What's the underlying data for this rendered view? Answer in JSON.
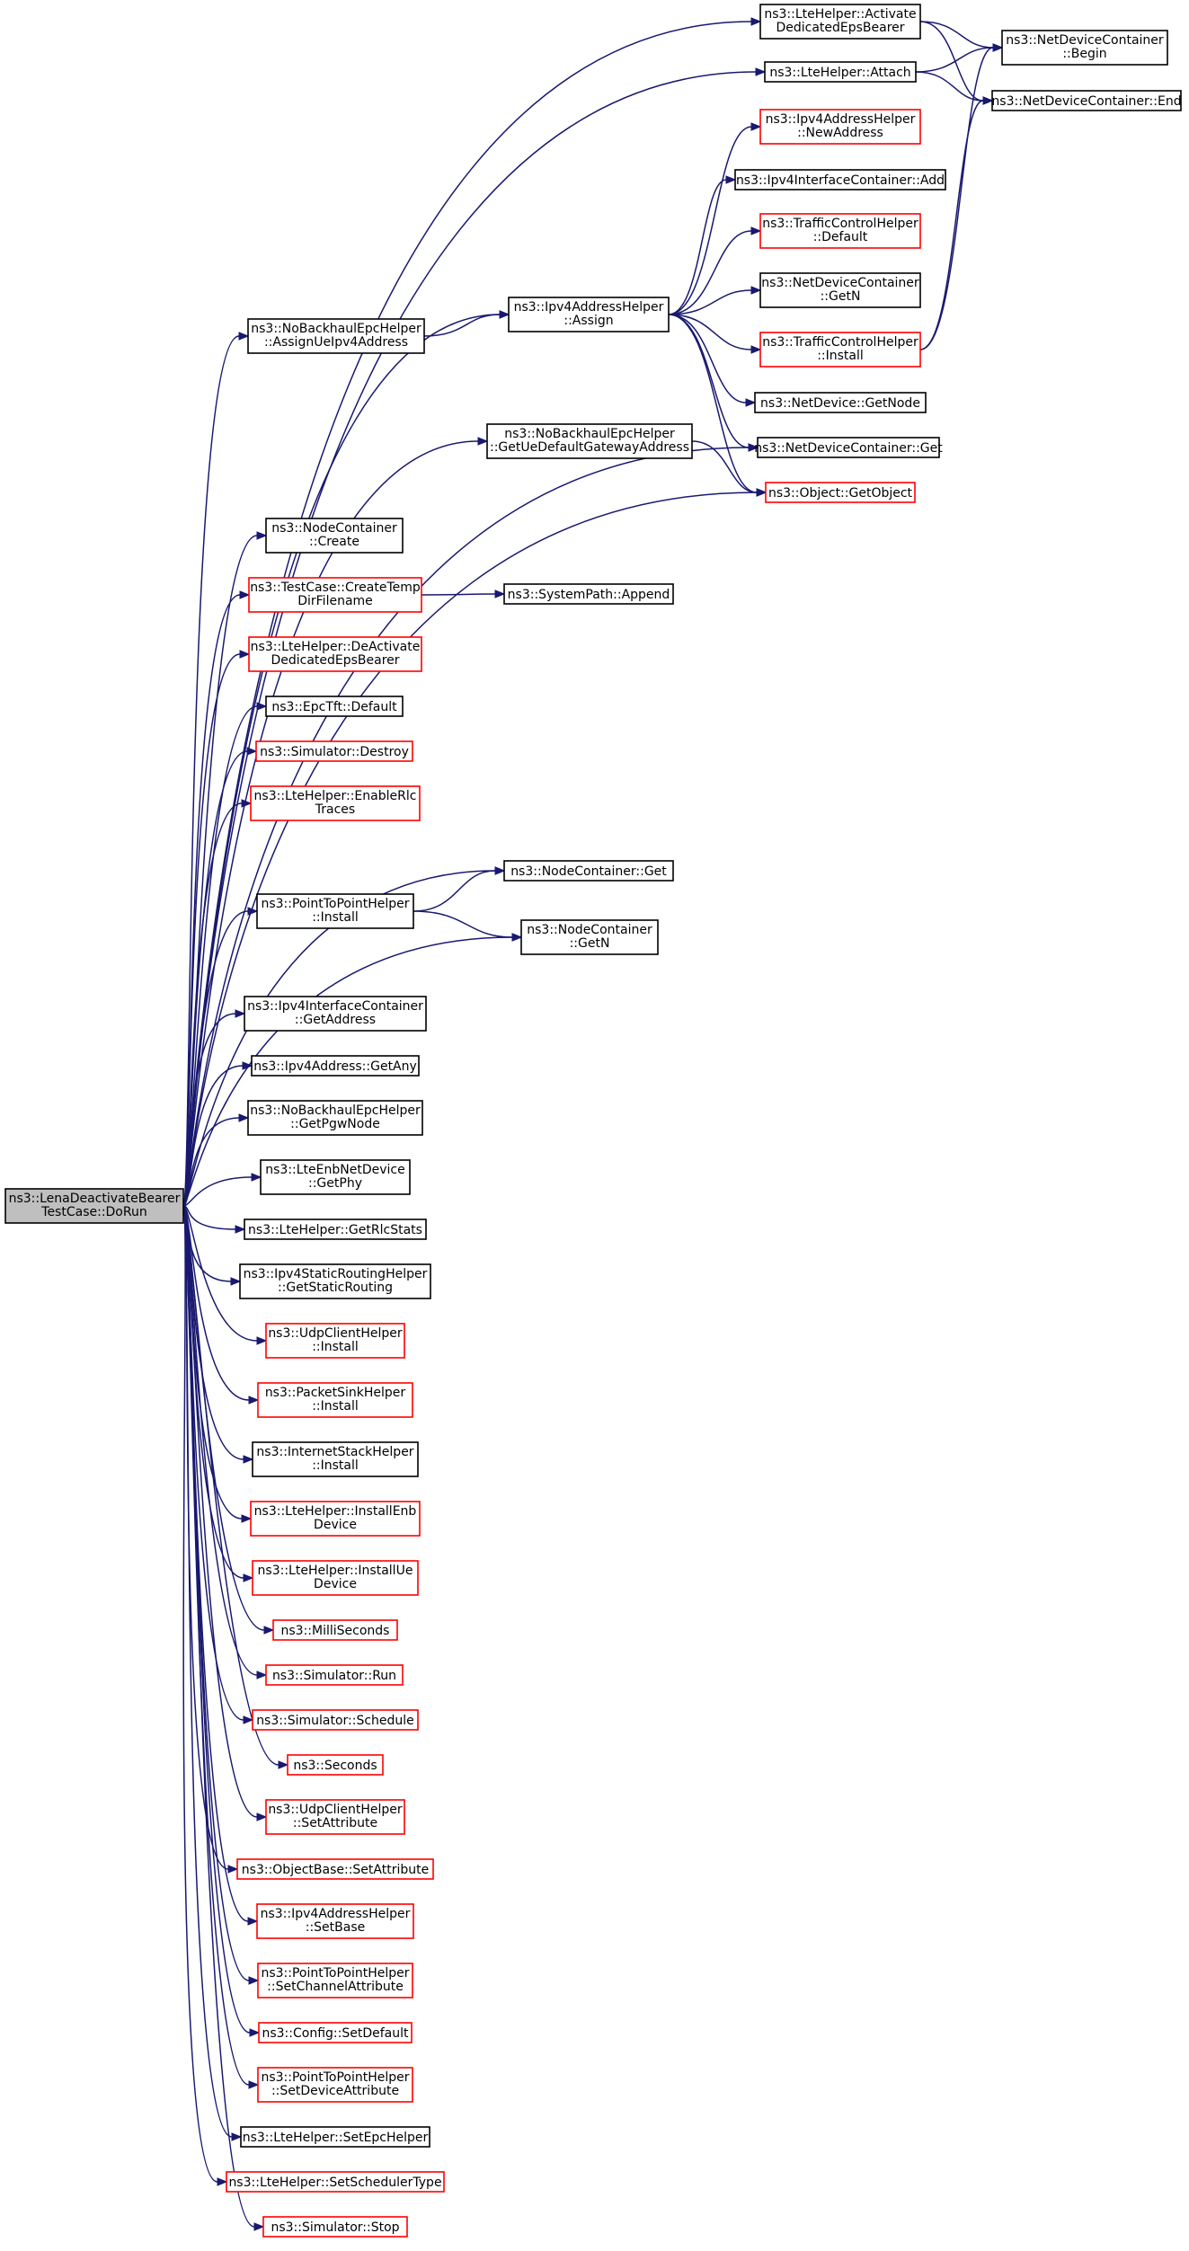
{
  "diagram": {
    "nodes": [
      {
        "id": "root",
        "lines": [
          "ns3::LenaDeactivateBearer",
          "TestCase::DoRun"
        ],
        "style": "root"
      },
      {
        "id": "activate",
        "lines": [
          "ns3::LteHelper::Activate",
          "DedicatedEpsBearer"
        ],
        "style": "black"
      },
      {
        "id": "ndcBegin",
        "lines": [
          "ns3::NetDeviceContainer",
          "::Begin"
        ],
        "style": "black"
      },
      {
        "id": "lteAttach",
        "lines": [
          "ns3::LteHelper::Attach"
        ],
        "style": "black"
      },
      {
        "id": "ndcEnd",
        "lines": [
          "ns3::NetDeviceContainer::End"
        ],
        "style": "black"
      },
      {
        "id": "newAddress",
        "lines": [
          "ns3::Ipv4AddressHelper",
          "::NewAddress"
        ],
        "style": "red"
      },
      {
        "id": "iicAdd",
        "lines": [
          "ns3::Ipv4InterfaceContainer::Add"
        ],
        "style": "black"
      },
      {
        "id": "tchDefault",
        "lines": [
          "ns3::TrafficControlHelper",
          "::Default"
        ],
        "style": "red"
      },
      {
        "id": "ndcGetN",
        "lines": [
          "ns3::NetDeviceContainer",
          "::GetN"
        ],
        "style": "black"
      },
      {
        "id": "ipv4Assign",
        "lines": [
          "ns3::Ipv4AddressHelper",
          "::Assign"
        ],
        "style": "black"
      },
      {
        "id": "assignUe",
        "lines": [
          "ns3::NoBackhaulEpcHelper",
          "::AssignUeIpv4Address"
        ],
        "style": "black"
      },
      {
        "id": "tchInstall",
        "lines": [
          "ns3::TrafficControlHelper",
          "::Install"
        ],
        "style": "red"
      },
      {
        "id": "ndGetNode",
        "lines": [
          "ns3::NetDevice::GetNode"
        ],
        "style": "black"
      },
      {
        "id": "getUeGw",
        "lines": [
          "ns3::NoBackhaulEpcHelper",
          "::GetUeDefaultGatewayAddress"
        ],
        "style": "black"
      },
      {
        "id": "ndcGet",
        "lines": [
          "ns3::NetDeviceContainer::Get"
        ],
        "style": "black"
      },
      {
        "id": "getObject",
        "lines": [
          "ns3::Object::GetObject"
        ],
        "style": "red"
      },
      {
        "id": "ncCreate",
        "lines": [
          "ns3::NodeContainer",
          "::Create"
        ],
        "style": "black"
      },
      {
        "id": "createTemp",
        "lines": [
          "ns3::TestCase::CreateTemp",
          "DirFilename"
        ],
        "style": "red"
      },
      {
        "id": "sysAppend",
        "lines": [
          "ns3::SystemPath::Append"
        ],
        "style": "black"
      },
      {
        "id": "deActivate",
        "lines": [
          "ns3::LteHelper::DeActivate",
          "DedicatedEpsBearer"
        ],
        "style": "red"
      },
      {
        "id": "epcDefault",
        "lines": [
          "ns3::EpcTft::Default"
        ],
        "style": "black"
      },
      {
        "id": "simDestroy",
        "lines": [
          "ns3::Simulator::Destroy"
        ],
        "style": "red"
      },
      {
        "id": "enableRlc",
        "lines": [
          "ns3::LteHelper::EnableRlc",
          "Traces"
        ],
        "style": "red"
      },
      {
        "id": "ncGet",
        "lines": [
          "ns3::NodeContainer::Get"
        ],
        "style": "black"
      },
      {
        "id": "p2pInstall",
        "lines": [
          "ns3::PointToPointHelper",
          "::Install"
        ],
        "style": "black"
      },
      {
        "id": "ncGetN",
        "lines": [
          "ns3::NodeContainer",
          "::GetN"
        ],
        "style": "black"
      },
      {
        "id": "iicGetAddr",
        "lines": [
          "ns3::Ipv4InterfaceContainer",
          "::GetAddress"
        ],
        "style": "black"
      },
      {
        "id": "ipv4GetAny",
        "lines": [
          "ns3::Ipv4Address::GetAny"
        ],
        "style": "black"
      },
      {
        "id": "getPgw",
        "lines": [
          "ns3::NoBackhaulEpcHelper",
          "::GetPgwNode"
        ],
        "style": "black"
      },
      {
        "id": "getPhy",
        "lines": [
          "ns3::LteEnbNetDevice",
          "::GetPhy"
        ],
        "style": "black"
      },
      {
        "id": "rlcStats",
        "lines": [
          "ns3::LteHelper::GetRlcStats"
        ],
        "style": "black"
      },
      {
        "id": "staticRouting",
        "lines": [
          "ns3::Ipv4StaticRoutingHelper",
          "::GetStaticRouting"
        ],
        "style": "black"
      },
      {
        "id": "udpInstall",
        "lines": [
          "ns3::UdpClientHelper",
          "::Install"
        ],
        "style": "red"
      },
      {
        "id": "sinkInstall",
        "lines": [
          "ns3::PacketSinkHelper",
          "::Install"
        ],
        "style": "red"
      },
      {
        "id": "inetInstall",
        "lines": [
          "ns3::InternetStackHelper",
          "::Install"
        ],
        "style": "black"
      },
      {
        "id": "installEnb",
        "lines": [
          "ns3::LteHelper::InstallEnb",
          "Device"
        ],
        "style": "red"
      },
      {
        "id": "installUe",
        "lines": [
          "ns3::LteHelper::InstallUe",
          "Device"
        ],
        "style": "red"
      },
      {
        "id": "milli",
        "lines": [
          "ns3::MilliSeconds"
        ],
        "style": "red"
      },
      {
        "id": "simRun",
        "lines": [
          "ns3::Simulator::Run"
        ],
        "style": "red"
      },
      {
        "id": "simSchedule",
        "lines": [
          "ns3::Simulator::Schedule"
        ],
        "style": "red"
      },
      {
        "id": "seconds",
        "lines": [
          "ns3::Seconds"
        ],
        "style": "red"
      },
      {
        "id": "udpSetAttr",
        "lines": [
          "ns3::UdpClientHelper",
          "::SetAttribute"
        ],
        "style": "red"
      },
      {
        "id": "objSetAttr",
        "lines": [
          "ns3::ObjectBase::SetAttribute"
        ],
        "style": "red"
      },
      {
        "id": "setBase",
        "lines": [
          "ns3::Ipv4AddressHelper",
          "::SetBase"
        ],
        "style": "red"
      },
      {
        "id": "setChanAttr",
        "lines": [
          "ns3::PointToPointHelper",
          "::SetChannelAttribute"
        ],
        "style": "red"
      },
      {
        "id": "cfgSetDefault",
        "lines": [
          "ns3::Config::SetDefault"
        ],
        "style": "red"
      },
      {
        "id": "setDevAttr",
        "lines": [
          "ns3::PointToPointHelper",
          "::SetDeviceAttribute"
        ],
        "style": "red"
      },
      {
        "id": "setEpc",
        "lines": [
          "ns3::LteHelper::SetEpcHelper"
        ],
        "style": "black"
      },
      {
        "id": "setSched",
        "lines": [
          "ns3::LteHelper::SetSchedulerType"
        ],
        "style": "red"
      },
      {
        "id": "simStop",
        "lines": [
          "ns3::Simulator::Stop"
        ],
        "style": "red"
      }
    ],
    "edges": [
      [
        "root",
        "activate"
      ],
      [
        "root",
        "lteAttach"
      ],
      [
        "root",
        "ipv4Assign"
      ],
      [
        "root",
        "assignUe"
      ],
      [
        "root",
        "ndcGet"
      ],
      [
        "root",
        "getUeGw"
      ],
      [
        "root",
        "getObject"
      ],
      [
        "root",
        "ncCreate"
      ],
      [
        "root",
        "createTemp"
      ],
      [
        "root",
        "deActivate"
      ],
      [
        "root",
        "epcDefault"
      ],
      [
        "root",
        "simDestroy"
      ],
      [
        "root",
        "enableRlc"
      ],
      [
        "root",
        "ncGet"
      ],
      [
        "root",
        "p2pInstall"
      ],
      [
        "root",
        "ncGetN"
      ],
      [
        "root",
        "iicGetAddr"
      ],
      [
        "root",
        "ipv4GetAny"
      ],
      [
        "root",
        "getPgw"
      ],
      [
        "root",
        "getPhy"
      ],
      [
        "root",
        "rlcStats"
      ],
      [
        "root",
        "staticRouting"
      ],
      [
        "root",
        "udpInstall"
      ],
      [
        "root",
        "sinkInstall"
      ],
      [
        "root",
        "inetInstall"
      ],
      [
        "root",
        "installEnb"
      ],
      [
        "root",
        "installUe"
      ],
      [
        "root",
        "milli"
      ],
      [
        "root",
        "simRun"
      ],
      [
        "root",
        "simSchedule"
      ],
      [
        "root",
        "seconds"
      ],
      [
        "root",
        "udpSetAttr"
      ],
      [
        "root",
        "objSetAttr"
      ],
      [
        "root",
        "setBase"
      ],
      [
        "root",
        "setChanAttr"
      ],
      [
        "root",
        "cfgSetDefault"
      ],
      [
        "root",
        "setDevAttr"
      ],
      [
        "root",
        "setEpc"
      ],
      [
        "root",
        "setSched"
      ],
      [
        "root",
        "simStop"
      ],
      [
        "activate",
        "ndcBegin"
      ],
      [
        "activate",
        "ndcEnd"
      ],
      [
        "lteAttach",
        "ndcBegin"
      ],
      [
        "lteAttach",
        "ndcEnd"
      ],
      [
        "assignUe",
        "ipv4Assign"
      ],
      [
        "ipv4Assign",
        "newAddress"
      ],
      [
        "ipv4Assign",
        "iicAdd"
      ],
      [
        "ipv4Assign",
        "tchDefault"
      ],
      [
        "ipv4Assign",
        "ndcGetN"
      ],
      [
        "ipv4Assign",
        "tchInstall"
      ],
      [
        "ipv4Assign",
        "ndGetNode"
      ],
      [
        "ipv4Assign",
        "ndcGet"
      ],
      [
        "ipv4Assign",
        "getObject"
      ],
      [
        "tchInstall",
        "ndcBegin"
      ],
      [
        "tchInstall",
        "ndcEnd"
      ],
      [
        "getUeGw",
        "getObject"
      ],
      [
        "createTemp",
        "sysAppend"
      ],
      [
        "p2pInstall",
        "ncGet"
      ],
      [
        "p2pInstall",
        "ncGetN"
      ]
    ]
  }
}
